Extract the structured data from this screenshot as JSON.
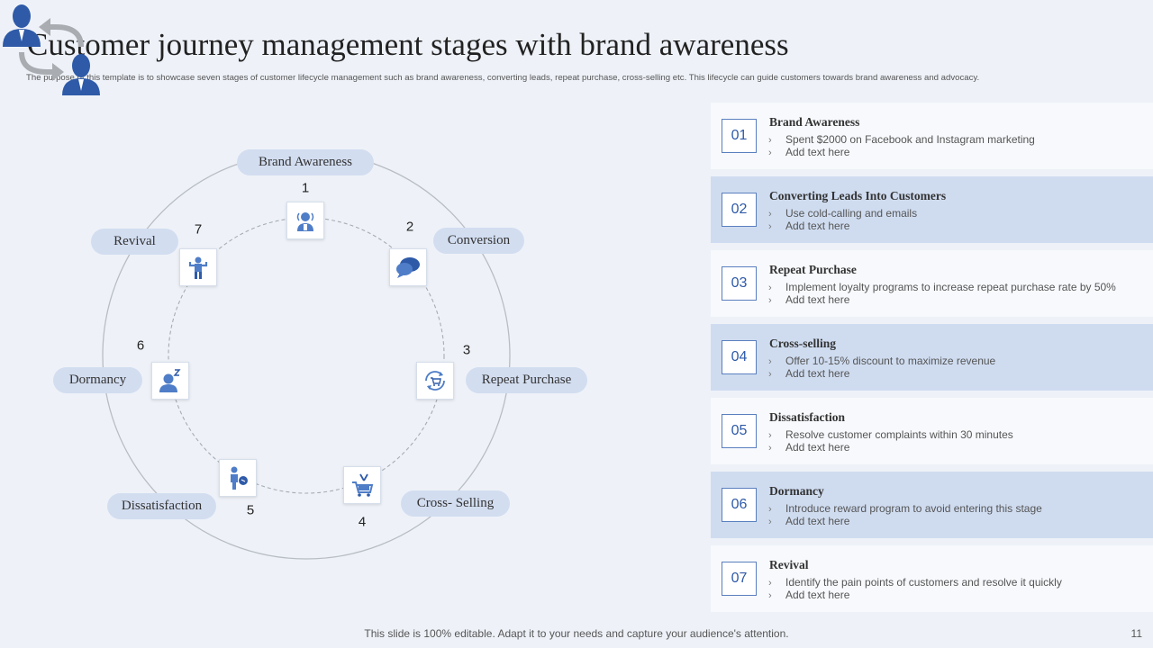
{
  "title": "Customer journey management stages with brand awareness",
  "subtitle": "The purpose of this template is to showcase seven stages of customer lifecycle management such as brand awareness, converting leads, repeat purchase, cross-selling etc. This lifecycle can guide customers towards brand awareness and advocacy.",
  "diagram": {
    "stages": [
      {
        "number": "1",
        "label": "Brand Awareness",
        "icon": "speaking-person-icon"
      },
      {
        "number": "2",
        "label": "Conversion",
        "icon": "chat-bubbles-icon"
      },
      {
        "number": "3",
        "label": "Repeat Purchase",
        "icon": "cart-refresh-icon"
      },
      {
        "number": "4",
        "label": "Cross- Selling",
        "icon": "shopping-cart-icon"
      },
      {
        "number": "5",
        "label": "Dissatisfaction",
        "icon": "unhappy-person-icon"
      },
      {
        "number": "6",
        "label": "Dormancy",
        "icon": "sleeping-person-icon"
      },
      {
        "number": "7",
        "label": "Revival",
        "icon": "strong-person-icon"
      }
    ],
    "center_icon": "people-exchange-icon"
  },
  "cards": [
    {
      "number": "01",
      "title": "Brand Awareness",
      "bullets": [
        "Spent $2000 on Facebook and Instagram marketing",
        "Add text here"
      ]
    },
    {
      "number": "02",
      "title": "Converting Leads Into Customers",
      "bullets": [
        "Use cold-calling and emails",
        "Add text here"
      ]
    },
    {
      "number": "03",
      "title": "Repeat Purchase",
      "bullets": [
        "Implement loyalty programs to increase repeat purchase rate by 50%",
        "Add text here"
      ]
    },
    {
      "number": "04",
      "title": "Cross-selling",
      "bullets": [
        "Offer 10-15% discount to maximize revenue",
        "Add text here"
      ]
    },
    {
      "number": "05",
      "title": "Dissatisfaction",
      "bullets": [
        "Resolve customer complaints within 30 minutes",
        "Add text here"
      ]
    },
    {
      "number": "06",
      "title": "Dormancy",
      "bullets": [
        "Introduce reward program to avoid entering this stage",
        "Add text here"
      ]
    },
    {
      "number": "07",
      "title": "Revival",
      "bullets": [
        "Identify the pain points of customers and resolve it quickly",
        "Add text here"
      ]
    }
  ],
  "footer": "This slide is 100% editable. Adapt it to your needs and capture your audience's attention.",
  "page_number": "11",
  "colors": {
    "accent": "#2e5aa8",
    "icon_blue": "#4f7dc7",
    "pill": "#d2ddf0",
    "card_dark": "#cfdcf0",
    "card_light": "#f7f9fc",
    "background": "#eef2f8"
  }
}
